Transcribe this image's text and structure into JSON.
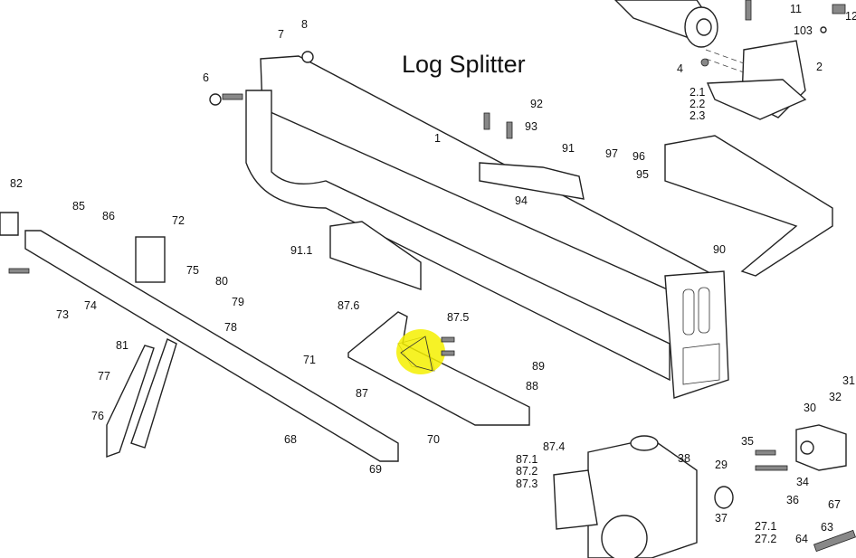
{
  "title": "Log Splitter",
  "highlight_color": "#f5f000",
  "labels": {
    "p7": "7",
    "p8": "8",
    "p11": "11",
    "p12": "12",
    "p103": "103",
    "p4": "4",
    "p2": "2",
    "p2_1": "2.1",
    "p2_2": "2.2",
    "p2_3": "2.3",
    "p6": "6",
    "p1": "1",
    "p92": "92",
    "p93": "93",
    "p91": "91",
    "p97": "97",
    "p96": "96",
    "p95": "95",
    "p94": "94",
    "p82": "82",
    "p85": "85",
    "p86": "86",
    "p72": "72",
    "p91_1": "91.1",
    "p90": "90",
    "p75": "75",
    "p80": "80",
    "p79": "79",
    "p78": "78",
    "p74": "74",
    "p73": "73",
    "p81": "81",
    "p77": "77",
    "p76": "76",
    "p71": "71",
    "p87_6": "87.6",
    "p87_5": "87.5",
    "p87": "87",
    "p88": "88",
    "p89": "89",
    "p87_1": "87.1",
    "p87_2": "87.2",
    "p87_3": "87.3",
    "p87_4": "87.4",
    "p68": "68",
    "p70": "70",
    "p69": "69",
    "p38": "38",
    "p35": "35",
    "p29": "29",
    "p34": "34",
    "p36": "36",
    "p30": "30",
    "p31": "31",
    "p32": "32",
    "p67": "67",
    "p27_1": "27.1",
    "p27_2": "27.2",
    "p37": "37",
    "p63": "63",
    "p64": "64"
  }
}
